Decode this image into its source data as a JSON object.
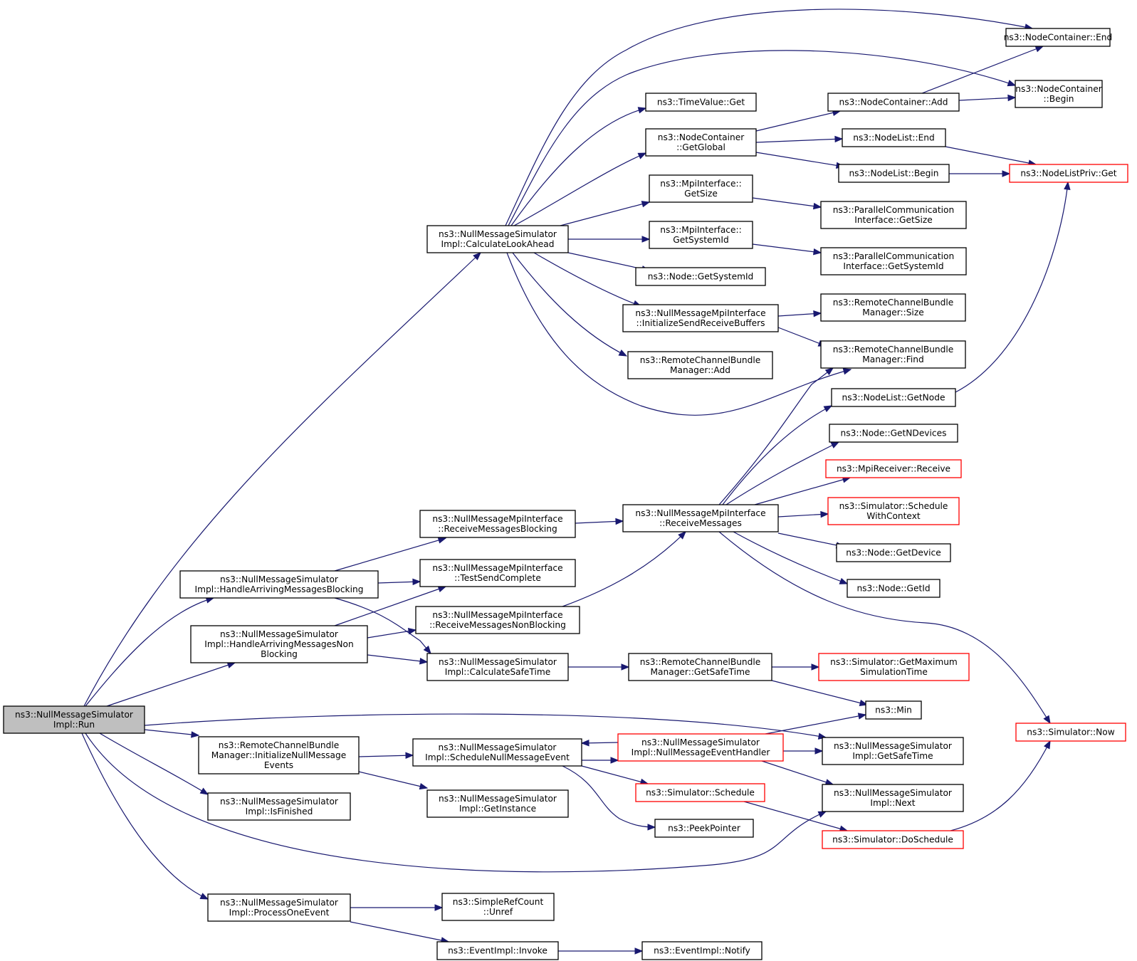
{
  "colors": {
    "edge": "#191970",
    "node_border": "#000000",
    "node_border_truncated": "#ff0000",
    "root_fill": "#bfbfbf"
  },
  "nodes": [
    {
      "id": "run",
      "lines": [
        "ns3::NullMessageSimulator",
        "Impl::Run"
      ],
      "style": "root"
    },
    {
      "id": "lookahead",
      "lines": [
        "ns3::NullMessageSimulator",
        "Impl::CalculateLookAhead"
      ]
    },
    {
      "id": "harb",
      "lines": [
        "ns3::NullMessageSimulator",
        "Impl::HandleArrivingMessagesBlocking"
      ]
    },
    {
      "id": "harnb",
      "lines": [
        "ns3::NullMessageSimulator",
        "Impl::HandleArrivingMessagesNon",
        "Blocking"
      ]
    },
    {
      "id": "rcbm_init",
      "lines": [
        "ns3::RemoteChannelBundle",
        "Manager::InitializeNullMessage",
        "Events"
      ]
    },
    {
      "id": "isfinished",
      "lines": [
        "ns3::NullMessageSimulator",
        "Impl::IsFinished"
      ]
    },
    {
      "id": "processone",
      "lines": [
        "ns3::NullMessageSimulator",
        "Impl::ProcessOneEvent"
      ]
    },
    {
      "id": "rmb",
      "lines": [
        "ns3::NullMessageMpiInterface",
        "::ReceiveMessagesBlocking"
      ]
    },
    {
      "id": "tsc",
      "lines": [
        "ns3::NullMessageMpiInterface",
        "::TestSendComplete"
      ]
    },
    {
      "id": "rmnb",
      "lines": [
        "ns3::NullMessageMpiInterface",
        "::ReceiveMessagesNonBlocking"
      ]
    },
    {
      "id": "calcsafe",
      "lines": [
        "ns3::NullMessageSimulator",
        "Impl::CalculateSafeTime"
      ]
    },
    {
      "id": "schednull",
      "lines": [
        "ns3::NullMessageSimulator",
        "Impl::ScheduleNullMessageEvent"
      ]
    },
    {
      "id": "getinstance",
      "lines": [
        "ns3::NullMessageSimulator",
        "Impl::GetInstance"
      ]
    },
    {
      "id": "unref",
      "lines": [
        "ns3::SimpleRefCount",
        "::Unref"
      ]
    },
    {
      "id": "invoke",
      "lines": [
        "ns3::EventImpl::Invoke"
      ]
    },
    {
      "id": "timevalue_get",
      "lines": [
        "ns3::TimeValue::Get"
      ]
    },
    {
      "id": "nc_getglobal",
      "lines": [
        "ns3::NodeContainer",
        "::GetGlobal"
      ]
    },
    {
      "id": "mpi_getsize",
      "lines": [
        "ns3::MpiInterface::",
        "GetSize"
      ]
    },
    {
      "id": "mpi_getsysid",
      "lines": [
        "ns3::MpiInterface::",
        "GetSystemId"
      ]
    },
    {
      "id": "node_getsysid",
      "lines": [
        "ns3::Node::GetSystemId"
      ]
    },
    {
      "id": "nmmi_init",
      "lines": [
        "ns3::NullMessageMpiInterface",
        "::InitializeSendReceiveBuffers"
      ]
    },
    {
      "id": "rcbm_add",
      "lines": [
        "ns3::RemoteChannelBundle",
        "Manager::Add"
      ]
    },
    {
      "id": "recvmsgs",
      "lines": [
        "ns3::NullMessageMpiInterface",
        "::ReceiveMessages"
      ]
    },
    {
      "id": "rcbm_getsafe",
      "lines": [
        "ns3::RemoteChannelBundle",
        "Manager::GetSafeTime"
      ]
    },
    {
      "id": "nullhandler",
      "lines": [
        "ns3::NullMessageSimulator",
        "Impl::NullMessageEventHandler"
      ],
      "style": "red"
    },
    {
      "id": "sim_schedule",
      "lines": [
        "ns3::Simulator::Schedule"
      ],
      "style": "red"
    },
    {
      "id": "peekpointer",
      "lines": [
        "ns3::PeekPointer"
      ]
    },
    {
      "id": "notify",
      "lines": [
        "ns3::EventImpl::Notify"
      ]
    },
    {
      "id": "nc_add",
      "lines": [
        "ns3::NodeContainer::Add"
      ]
    },
    {
      "id": "nl_end",
      "lines": [
        "ns3::NodeList::End"
      ]
    },
    {
      "id": "nl_begin",
      "lines": [
        "ns3::NodeList::Begin"
      ]
    },
    {
      "id": "pci_getsize",
      "lines": [
        "ns3::ParallelCommunication",
        "Interface::GetSize"
      ]
    },
    {
      "id": "pci_getsysid",
      "lines": [
        "ns3::ParallelCommunication",
        "Interface::GetSystemId"
      ]
    },
    {
      "id": "rcbm_size",
      "lines": [
        "ns3::RemoteChannelBundle",
        "Manager::Size"
      ]
    },
    {
      "id": "rcbm_find",
      "lines": [
        "ns3::RemoteChannelBundle",
        "Manager::Find"
      ]
    },
    {
      "id": "nl_getnode",
      "lines": [
        "ns3::NodeList::GetNode"
      ]
    },
    {
      "id": "node_getndev",
      "lines": [
        "ns3::Node::GetNDevices"
      ]
    },
    {
      "id": "mpirecv",
      "lines": [
        "ns3::MpiReceiver::Receive"
      ],
      "style": "red"
    },
    {
      "id": "sim_schedctx",
      "lines": [
        "ns3::Simulator::Schedule",
        "WithContext"
      ],
      "style": "red"
    },
    {
      "id": "node_getdev",
      "lines": [
        "ns3::Node::GetDevice"
      ]
    },
    {
      "id": "node_getid",
      "lines": [
        "ns3::Node::GetId"
      ]
    },
    {
      "id": "sim_getmax",
      "lines": [
        "ns3::Simulator::GetMaximum",
        "SimulationTime"
      ],
      "style": "red"
    },
    {
      "id": "min",
      "lines": [
        "ns3::Min"
      ]
    },
    {
      "id": "getsafe",
      "lines": [
        "ns3::NullMessageSimulator",
        "Impl::GetSafeTime"
      ]
    },
    {
      "id": "next",
      "lines": [
        "ns3::NullMessageSimulator",
        "Impl::Next"
      ]
    },
    {
      "id": "doschedule",
      "lines": [
        "ns3::Simulator::DoSchedule"
      ],
      "style": "red"
    },
    {
      "id": "nc_end",
      "lines": [
        "ns3::NodeContainer::End"
      ]
    },
    {
      "id": "nc_begin",
      "lines": [
        "ns3::NodeContainer",
        "::Begin"
      ]
    },
    {
      "id": "nlp_get",
      "lines": [
        "ns3::NodeListPriv::Get"
      ],
      "style": "red"
    },
    {
      "id": "sim_now",
      "lines": [
        "ns3::Simulator::Now"
      ],
      "style": "red"
    }
  ],
  "edges": [
    [
      "run",
      "lookahead"
    ],
    [
      "run",
      "harb"
    ],
    [
      "run",
      "harnb"
    ],
    [
      "run",
      "getsafe"
    ],
    [
      "run",
      "rcbm_init"
    ],
    [
      "run",
      "isfinished"
    ],
    [
      "run",
      "next"
    ],
    [
      "run",
      "processone"
    ],
    [
      "lookahead",
      "nc_end"
    ],
    [
      "lookahead",
      "nc_begin"
    ],
    [
      "lookahead",
      "timevalue_get"
    ],
    [
      "lookahead",
      "nc_getglobal"
    ],
    [
      "lookahead",
      "mpi_getsize"
    ],
    [
      "lookahead",
      "mpi_getsysid"
    ],
    [
      "lookahead",
      "node_getsysid"
    ],
    [
      "lookahead",
      "nmmi_init"
    ],
    [
      "lookahead",
      "rcbm_add"
    ],
    [
      "lookahead",
      "rcbm_find"
    ],
    [
      "harb",
      "rmb"
    ],
    [
      "harb",
      "tsc"
    ],
    [
      "harb",
      "calcsafe"
    ],
    [
      "harnb",
      "tsc"
    ],
    [
      "harnb",
      "rmnb"
    ],
    [
      "harnb",
      "calcsafe"
    ],
    [
      "rcbm_init",
      "schednull"
    ],
    [
      "rcbm_init",
      "getinstance"
    ],
    [
      "processone",
      "unref"
    ],
    [
      "processone",
      "invoke"
    ],
    [
      "rmb",
      "recvmsgs"
    ],
    [
      "rmnb",
      "recvmsgs"
    ],
    [
      "calcsafe",
      "rcbm_getsafe"
    ],
    [
      "schednull",
      "nullhandler"
    ],
    [
      "schednull",
      "sim_schedule"
    ],
    [
      "schednull",
      "peekpointer"
    ],
    [
      "invoke",
      "notify"
    ],
    [
      "nc_getglobal",
      "nc_add"
    ],
    [
      "nc_getglobal",
      "nl_end"
    ],
    [
      "nc_getglobal",
      "nl_begin"
    ],
    [
      "mpi_getsize",
      "pci_getsize"
    ],
    [
      "mpi_getsysid",
      "pci_getsysid"
    ],
    [
      "nmmi_init",
      "rcbm_size"
    ],
    [
      "nmmi_init",
      "rcbm_find"
    ],
    [
      "recvmsgs",
      "rcbm_find"
    ],
    [
      "recvmsgs",
      "nl_getnode"
    ],
    [
      "recvmsgs",
      "node_getndev"
    ],
    [
      "recvmsgs",
      "mpirecv"
    ],
    [
      "recvmsgs",
      "sim_schedctx"
    ],
    [
      "recvmsgs",
      "node_getdev"
    ],
    [
      "recvmsgs",
      "node_getid"
    ],
    [
      "recvmsgs",
      "sim_now"
    ],
    [
      "rcbm_getsafe",
      "sim_getmax"
    ],
    [
      "rcbm_getsafe",
      "min"
    ],
    [
      "nullhandler",
      "schednull"
    ],
    [
      "nullhandler",
      "min"
    ],
    [
      "nullhandler",
      "getsafe"
    ],
    [
      "nullhandler",
      "next"
    ],
    [
      "sim_schedule",
      "doschedule"
    ],
    [
      "nc_add",
      "nc_end"
    ],
    [
      "nc_add",
      "nc_begin"
    ],
    [
      "nl_end",
      "nlp_get"
    ],
    [
      "nl_begin",
      "nlp_get"
    ],
    [
      "nl_getnode",
      "nlp_get"
    ],
    [
      "doschedule",
      "sim_now"
    ]
  ]
}
